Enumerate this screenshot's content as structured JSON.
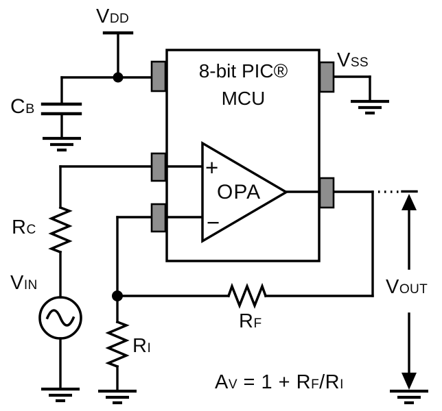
{
  "diagram": {
    "mcu": {
      "line1": "8-bit PIC",
      "reg_mark": "®",
      "line2": "MCU"
    },
    "opamp": {
      "label": "OPA",
      "plus": "+",
      "minus": "−"
    },
    "labels": {
      "vdd": {
        "main": "V",
        "sub": "DD"
      },
      "vss": {
        "main": "V",
        "sub": "SS"
      },
      "cb": {
        "main": "C",
        "sub": "B"
      },
      "rc": {
        "main": "R",
        "sub": "C"
      },
      "vin": {
        "main": "V",
        "sub": "IN"
      },
      "ri": {
        "main": "R",
        "sub": "I"
      },
      "rf": {
        "main": "R",
        "sub": "F"
      },
      "vout": {
        "main": "V",
        "sub": "OUT"
      }
    },
    "formula": {
      "lhs": "A",
      "lhs_sub": "V",
      "mid": " = 1 + ",
      "rf": "R",
      "rf_sub": "F",
      "slash": "/",
      "ri": "R",
      "ri_sub": "I"
    },
    "colors": {
      "stroke": "#000000",
      "pin_fill": "#8e8e8e",
      "background": "#ffffff"
    }
  }
}
